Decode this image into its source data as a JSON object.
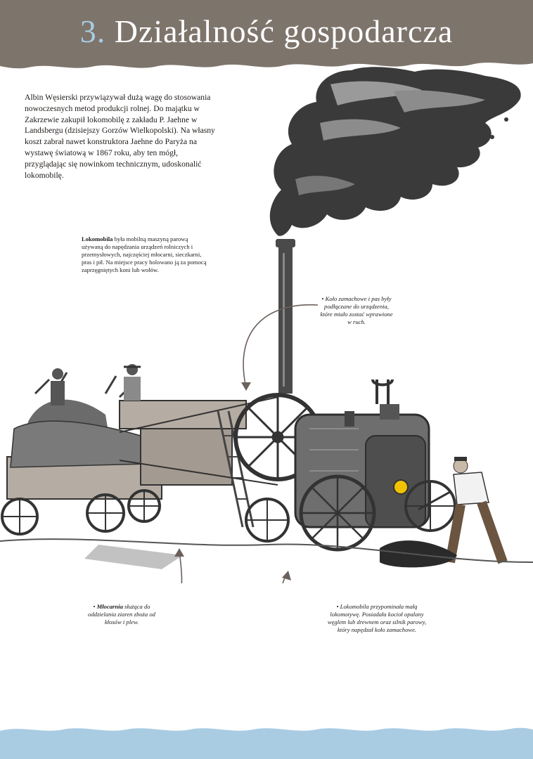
{
  "header": {
    "number": "3.",
    "title": "Działalność gospodarcza"
  },
  "intro": {
    "text": "Albin Węsierski przywiązywał dużą wagę do stosowania nowoczesnych metod produkcji rolnej. Do majątku w Zakrzewie zakupił lokomobilę z zakładu P. Jaehne w Landsbergu (dzisiejszy Gorzów Wielkopolski). Na własny koszt zabrał nawet konstruktora Jaehne do Paryża na wystawę światową w 1867 roku, aby ten mógł, przyglądając się nowinkom technicznym, udoskonalić lokomobilę."
  },
  "notes": {
    "lokomobila": {
      "term": "Lokomobila",
      "text": " była mobilną maszyną parową używaną do napędzania urządzeń rolniczych i przemysłowych, najczęściej młocarni, sieczkarni, pras i pił. Na miejsce pracy holowano ją za pomocą zaprzęgniętych koni lub wołów."
    },
    "kolo": {
      "bullet": "•",
      "text": "Koło zamachowe i pas były podłączane do urządzenia, które miało zostać wprawione w ruch."
    },
    "mlocarnia": {
      "bullet": "•",
      "term": "Młocarnia",
      "text": " służąca do oddzielania ziaren zboża od kłosów i plew."
    },
    "przypominala": {
      "bullet": "•",
      "text": "Lokomobila przypominała małą lokomotywę. Posiadała kocioł opalany węglem lub drewnem oraz silnik parowy, który napędzał koło zamachowe."
    }
  },
  "colors": {
    "header_band": "#7d746c",
    "title_number": "#a9cce3",
    "footer_wave": "#a9cce3",
    "smoke": "#3a3a3a",
    "machine": "#5a5a5a",
    "arrow": "#6b605b"
  }
}
